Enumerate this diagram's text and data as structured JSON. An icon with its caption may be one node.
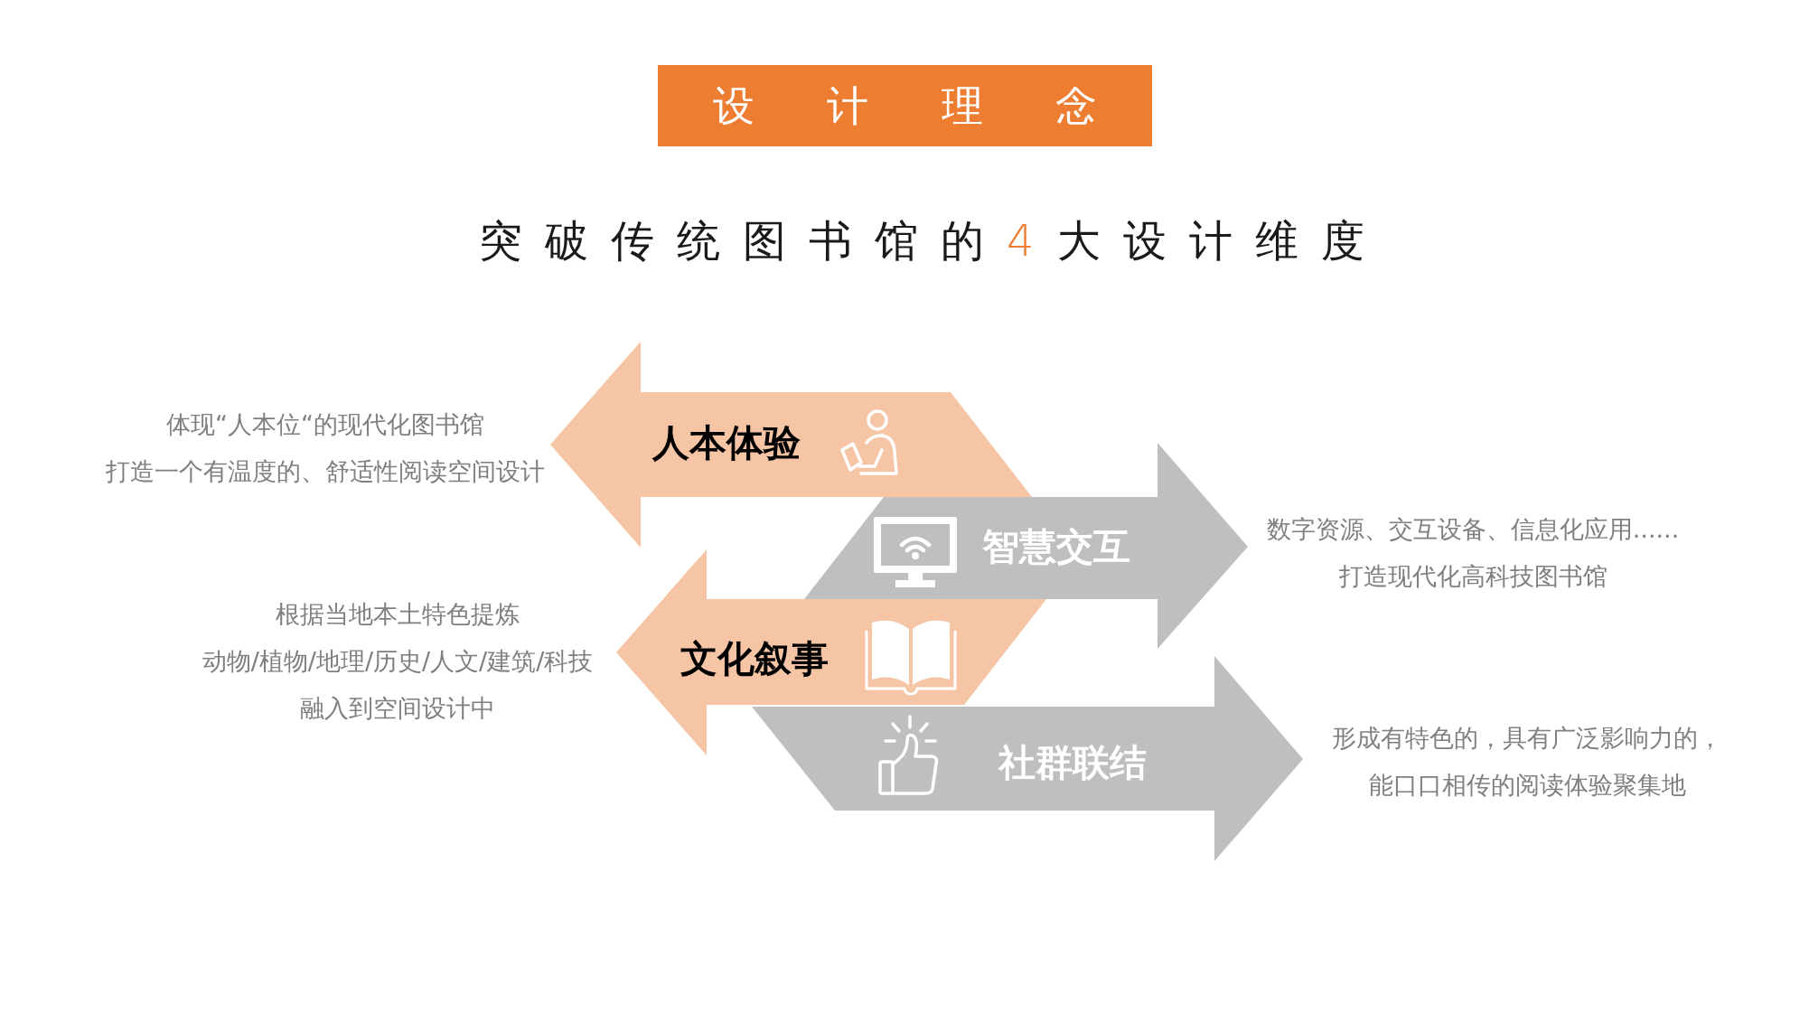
{
  "diagram": {
    "title": "设 计 理 念",
    "nodes": [
      {
        "text": [
          "人本体验"
        ],
        "beside": [
          "体现“人本位“的现代化图书馆",
          "打造一个有温度的、舒适性阅读空间设计"
        ]
      },
      {
        "text": [
          "智慧交互"
        ],
        "beside": [
          "数字资源、交互设备、信息化应用......",
          "打造现代化高科技图书馆"
        ]
      },
      {
        "text": [
          "文化叙事"
        ],
        "beside": [
          "根据当地本土特色提炼",
          "动物/植物/地理/历史/人文/建筑/科技",
          "融入到空间设计中"
        ]
      },
      {
        "text": [
          "社群联结"
        ],
        "beside": [
          "形成有特色的，具有广泛影响力的，",
          "能口口相传的阅读体验聚集地"
        ]
      }
    ],
    "labels": [
      "突破传统图书馆的",
      "4",
      "大设计维度"
    ]
  }
}
